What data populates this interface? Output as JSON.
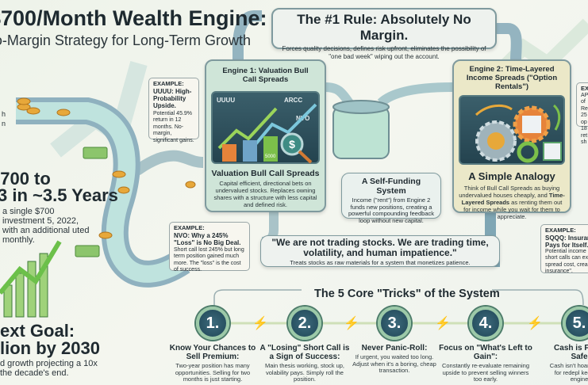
{
  "header": {
    "title": "$700/Month Wealth Engine:",
    "subtitle": "A No-Margin Strategy for Long-Term Growth"
  },
  "left": {
    "side_label_1": "h",
    "side_label_2": "n",
    "growth_title_1": "$700 to",
    "growth_title_2": "3 in ~3.5 Years",
    "growth_desc": "a single $700 investment 5, 2022, with an additional uted monthly.",
    "goal_title_1": "ext Goal:",
    "goal_title_2": "lion by 2030",
    "goal_desc": "d growth projecting a 10x the decade's end."
  },
  "rule": {
    "title": "The #1 Rule: Absolutely No Margin.",
    "desc": "Forces quality decisions, defines risk upfront, eliminates the possibility of \"one bad week\" wiping out the account."
  },
  "engine1": {
    "title": "Engine 1: Valuation Bull Call Spreads",
    "tickers": [
      "UUUU",
      "ARCC",
      "NVO"
    ],
    "sign": "5000",
    "subtitle": "Valuation Bull Call Spreads",
    "desc": "Capital efficient, directional bets on undervalued stocks. Replaces owning shares with a structure with less capital and defined risk."
  },
  "example_uuuu": {
    "label": "EXAMPLE:",
    "title": "UUUU: High-Probability Upside.",
    "desc": "Potential 45.9% return in 12 months. No-margin, significant gains."
  },
  "example_nvo": {
    "label": "EXAMPLE:",
    "title": "NVO: Why a 245% \"Loss\" is No Big Deal.",
    "desc": "Short call lost 245% but long term position gained much more. The \"loss\" is the cost of success."
  },
  "self_funding": {
    "title": "A Self-Funding System",
    "desc": "Income (\"rent\") from Engine 2 funds new positions, creating a powerful compounding feedback loop without new capital."
  },
  "engine2": {
    "title": "Engine 2: Time-Layered Income Spreads (\"Option Rentals\")",
    "subtitle": "A Simple Analogy",
    "desc_1": "Think of Bull Call Spreads as buying undervalued houses cheaply, and ",
    "desc_bold": "Time-Layered Spreads",
    "desc_2": " as renting them out for income while you wait for them to appreciate."
  },
  "example_right": {
    "label": "EX",
    "lines": "AP of Re 25 op 18 ret sh"
  },
  "example_sqqq": {
    "label": "EXAMPLE:",
    "title": "SQQQ: Insuran Pays for Itself.",
    "desc": "Potential income short calls can ex spread cost, crea insurance\"."
  },
  "quote": {
    "text": "\"We are not trading stocks. We are trading time, volatility, and human impatience.\"",
    "desc": "Treats stocks as raw materials for a system that monetizes patience."
  },
  "tricks": {
    "heading": "The 5 Core \"Tricks\" of the System",
    "items": [
      {
        "num": "1.",
        "title": "Know Your Chances to Sell Premium:",
        "desc": "Two-year position has many opportunities. Selling for two months is just starting."
      },
      {
        "num": "2.",
        "title": "A \"Losing\" Short Call is a Sign of Success:",
        "desc": "Main thesis working, stock up, volability pays. Simply roll the position."
      },
      {
        "num": "3.",
        "title": "Never Panic-Roll:",
        "desc": "If urgent, you waited too long. Adjust when it's a boring, cheap transaction."
      },
      {
        "num": "4.",
        "title": "Focus on \"What's Left to Gain\":",
        "desc": "Constantly re-evaluate remaining upside to prevent selling winners too early."
      },
      {
        "num": "5.",
        "title": "Cash is F Not Safe",
        "desc": "Cash isn't hoar staged for redepl keep the engine"
      }
    ]
  },
  "colors": {
    "teal_card": "#cfe5d8",
    "yellow_card": "#ebe8c8",
    "panel": "#2e5260",
    "coin": "#e7a83a",
    "green": "#7cc04a"
  }
}
